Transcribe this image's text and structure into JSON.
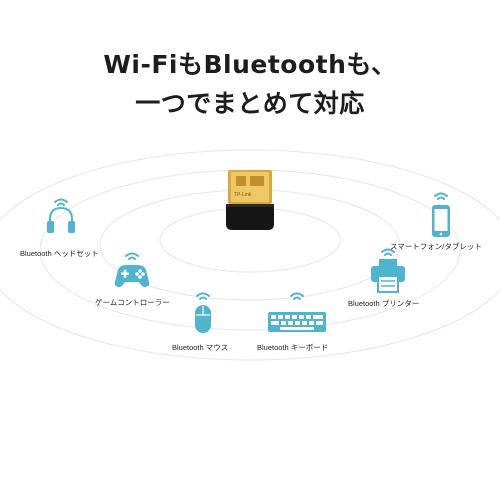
{
  "headline": {
    "line1": "Wi-FiもBluetoothも、",
    "line2": "一つでまとめて対応"
  },
  "adapter": {
    "brand_text": "TP-Link",
    "icon_name": "usb-adapter-icon"
  },
  "devices": [
    {
      "label": "Bluetooth ヘッドセット",
      "icon": "headset-icon"
    },
    {
      "label": "ゲームコントローラー",
      "icon": "gamepad-icon"
    },
    {
      "label": "Bluetooth マウス",
      "icon": "mouse-icon"
    },
    {
      "label": "Bluetooth キーボード",
      "icon": "keyboard-icon"
    },
    {
      "label": "Bluetooth プリンター",
      "icon": "printer-icon"
    },
    {
      "label": "スマートフォン/タブレット",
      "icon": "smartphone-icon"
    }
  ],
  "colors": {
    "icon_blue": "#4fb4cf",
    "ring_gray": "#e6e6e6",
    "adapter_gold": "#e0b64a",
    "adapter_black": "#151515"
  }
}
